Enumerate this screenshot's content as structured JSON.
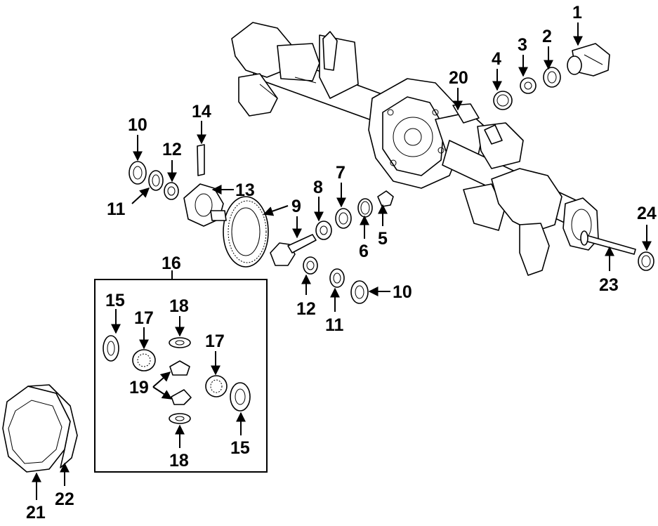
{
  "callouts": {
    "c1": "1",
    "c2": "2",
    "c3": "3",
    "c4": "4",
    "c5": "5",
    "c6": "6",
    "c7": "7",
    "c8": "8",
    "c9": "9",
    "c10a": "10",
    "c10b": "10",
    "c11a": "11",
    "c11b": "11",
    "c12a": "12",
    "c12b": "12",
    "c13": "13",
    "c14": "14",
    "c15a": "15",
    "c15b": "15",
    "c16": "16",
    "c17a": "17",
    "c17b": "17",
    "c18a": "18",
    "c18b": "18",
    "c19": "19",
    "c20": "20",
    "c21": "21",
    "c22": "22",
    "c23": "23",
    "c24": "24"
  }
}
